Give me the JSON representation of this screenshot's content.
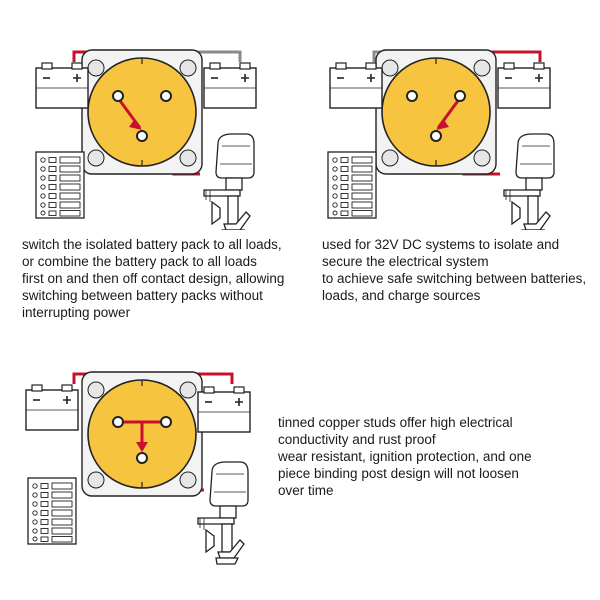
{
  "colors": {
    "switch_fill": "#f6c43e",
    "wire_red": "#c8102e",
    "wire_gray": "#8a8a8a",
    "outline": "#222222"
  },
  "panels": [
    {
      "id": "combine",
      "icons": [
        "battery-icon",
        "battery-switch-icon",
        "battery-icon",
        "fuse-panel-icon",
        "outboard-motor-icon"
      ],
      "caption": [
        "switch the isolated battery pack to all loads,",
        "or combine the battery pack to all loads",
        "first on and then off contact design, allowing",
        "switching between battery packs without",
        "interrupting power"
      ]
    },
    {
      "id": "isolate",
      "icons": [
        "battery-icon",
        "battery-switch-icon",
        "battery-icon",
        "fuse-panel-icon",
        "outboard-motor-icon"
      ],
      "caption": [
        "used for 32V DC systems to isolate and",
        "secure the electrical system",
        "to achieve safe switching between batteries,",
        "loads, and charge sources"
      ]
    },
    {
      "id": "studs",
      "icons": [
        "battery-icon",
        "battery-switch-icon",
        "battery-icon",
        "fuse-panel-icon",
        "outboard-motor-icon"
      ],
      "caption": [
        "tinned copper studs offer high electrical",
        "conductivity and rust proof",
        "wear resistant, ignition protection, and one",
        "piece binding post design will not loosen",
        "over time"
      ]
    }
  ]
}
